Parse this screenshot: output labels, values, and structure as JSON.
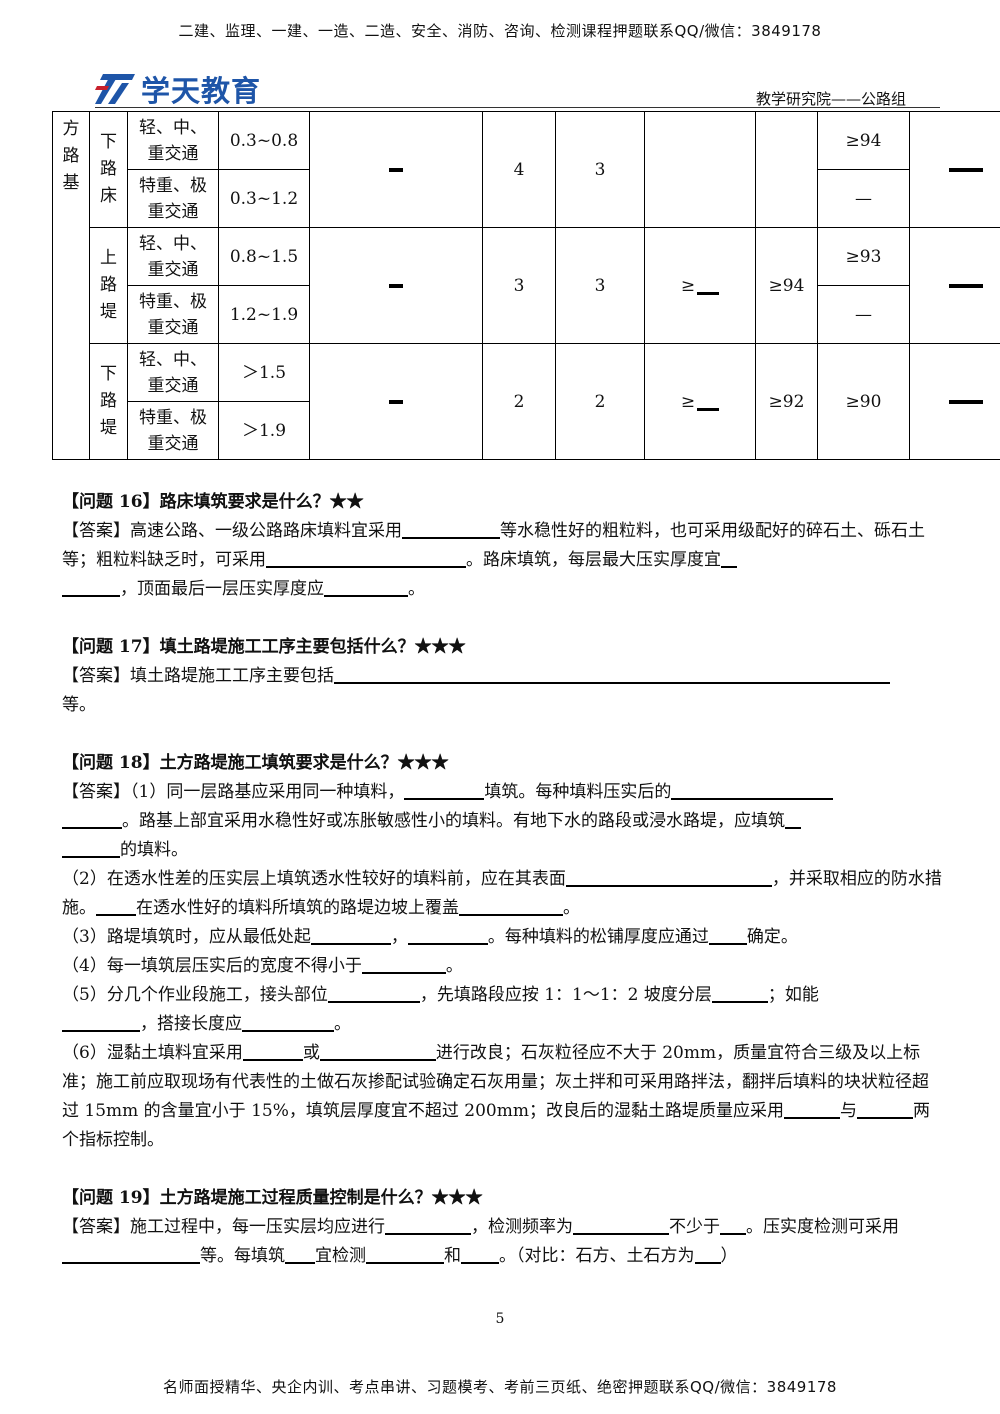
{
  "banner_top": "二建、监理、一建、一造、二造、安全、消防、咨询、检测课程押题联系QQ/微信：3849178",
  "logo_text": "学天教育",
  "dept": "教学研究院——公路组",
  "table": {
    "col0": "方路基",
    "roadbed_lower": "下路床",
    "embank_upper": "上路堤",
    "embank_lower": "下路堤",
    "traffic_light": "轻、中、重交通",
    "traffic_heavy": "特重、极重交通",
    "r1_depth": "0.3~0.8",
    "r2_depth": "0.3~1.2",
    "r3_depth": "0.8~1.5",
    "r4_depth": "1.2~1.9",
    "r5_depth": "＞1.5",
    "r6_depth": "＞1.9",
    "g1_c4": "4",
    "g1_c5": "3",
    "g2_c4": "3",
    "g2_c5": "3",
    "g3_c4": "2",
    "g3_c5": "2",
    "ge": "≥",
    "g2_c7": "≥94",
    "g3_c7": "≥92",
    "r1_c8": "≥94",
    "r2_c8": "—",
    "r3_c8": "≥93",
    "r4_c8": "—",
    "g3_c8": "≥90"
  },
  "q16": {
    "title": "【问题 16】路床填筑要求是什么？★★",
    "s1": "【答案】高速公路、一级公路路床填料宜采用",
    "s2": "等水稳性好的粗粒料，也可采用级配好的碎石土、砾石土等；粗粒料缺乏时，可采用",
    "s3": "。路床填筑，每层最大压实厚度宜",
    "s4": "，顶面最后一层压实厚度应",
    "s5": "。"
  },
  "q17": {
    "title": "【问题 17】填土路堤施工工序主要包括什么？★★★",
    "s1": "【答案】填土路堤施工工序主要包括",
    "s2": "等。"
  },
  "q18": {
    "title": "【问题 18】土方路堤施工填筑要求是什么？★★★",
    "p1a": "【答案】（1）同一层路基应采用同一种填料，",
    "p1b": "填筑。每种填料压实后的",
    "p1c": "。路基上部宜采用水稳性好或冻胀敏感性小的填料。有地下水的路段或浸水路堤，应填筑",
    "p1d": "的填料。",
    "p2a": "（2）在透水性差的压实层上填筑透水性较好的填料前，应在其表面",
    "p2b": "，并采取相应的防水措施。",
    "p2c": "在透水性好的填料所填筑的路堤边坡上覆盖",
    "p2d": "。",
    "p3a": "（3）路堤填筑时，应从最低处起",
    "p3b": "，",
    "p3c": "。每种填料的松铺厚度应通过",
    "p3d": "确定。",
    "p4a": "（4）每一填筑层压实后的宽度不得小于",
    "p4b": "。",
    "p5a": "（5）分几个作业段施工，接头部位",
    "p5b": "，先填路段应按 1：1～1：2 坡度分层",
    "p5c": "；如能",
    "p5d": "，搭接长度应",
    "p5e": "。",
    "p6a": "（6）湿黏土填料宜采用",
    "p6b": "或",
    "p6c": "进行改良；石灰粒径应不大于 20mm，质量宜符合三级及以上标准；施工前应取现场有代表性的土做石灰掺配试验确定石灰用量；灰土拌和可采用路拌法，翻拌后填料的块状粒径超过 15mm 的含量宜小于 15%，填筑层厚度宜不超过 200mm；改良后的湿黏土路堤质量应采用",
    "p6d": "与",
    "p6e": "两个指标控制。"
  },
  "q19": {
    "title": "【问题 19】土方路堤施工过程质量控制是什么？★★★",
    "s1": "【答案】施工过程中，每一压实层均应进行",
    "s2": "，检测频率为",
    "s3": "不少于",
    "s4": "。压实度检测可采用",
    "s5": "等。每填筑",
    "s6": "宜检测",
    "s7": "和",
    "s8": "。（对比：石方、土石方为",
    "s9": "）"
  },
  "page_number": "5",
  "banner_bottom": "名师面授精华、央企内训、考点串讲、习题模考、考前三页纸、绝密押题联系QQ/微信：3849178"
}
